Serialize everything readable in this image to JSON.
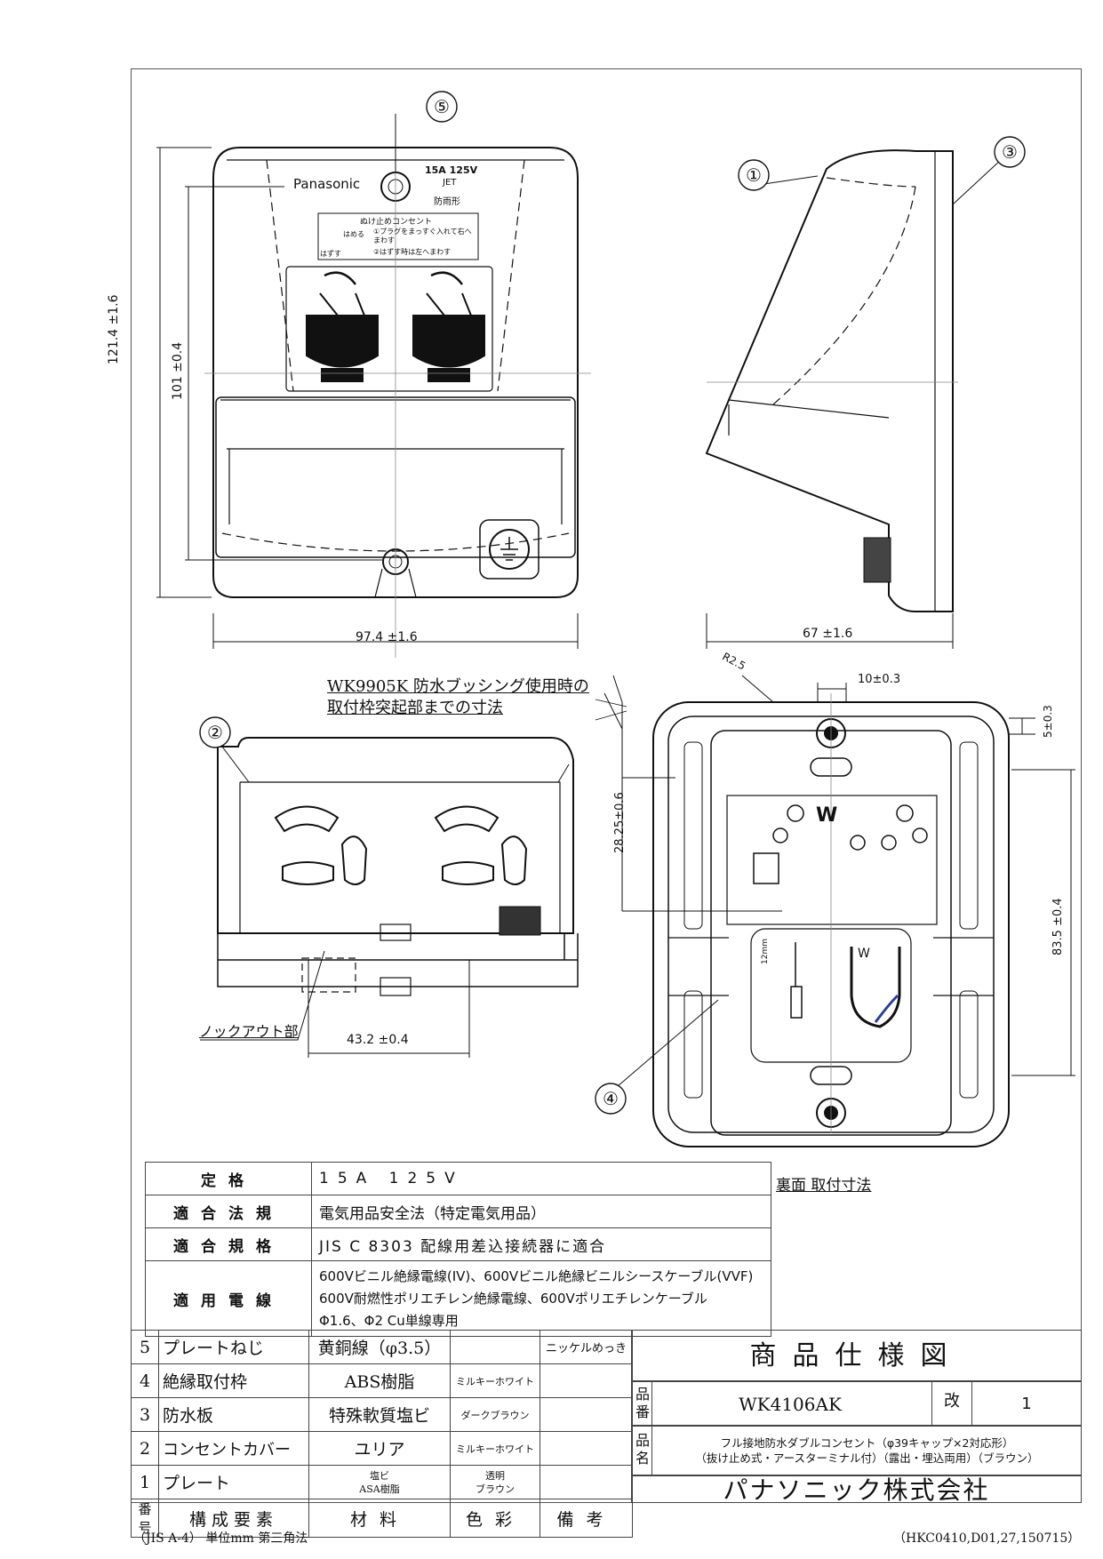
{
  "dimensions": {
    "height_outer": "121.4 ±1.6",
    "height_inner": "101 ±0.4",
    "width_front": "97.4 ±1.6",
    "depth_side": "67 ±1.6",
    "radius": "R2.5",
    "slot_width": "10±0.3",
    "slot_offset": "5±0.3",
    "bushing_height": "28.25±0.6",
    "mount_pitch": "83.5 ±0.4",
    "knockout_width": "43.2 ±0.4"
  },
  "callouts": [
    "①",
    "②",
    "③",
    "④",
    "⑤"
  ],
  "front_labels": {
    "brand": "Panasonic",
    "rating": "15A 125V",
    "jet": "JET",
    "rainproof": "防雨形",
    "lock_title": "ぬけ止めコンセント",
    "lock_insert": "①プラグをまっすぐ入れて右へまわす",
    "lock_remove": "②はずす時は左へまわす",
    "hameru": "はめる",
    "hazusu": "はずす"
  },
  "back_labels": {
    "w_top": "W",
    "w_bottom": "W",
    "strip": "12mm"
  },
  "notes": {
    "bushing_line1": "WK9905K 防水ブッシング使用時の",
    "bushing_line2": "取付枠突起部までの寸法",
    "knockout": "ノックアウト部",
    "rear_mount": "裏面 取付寸法"
  },
  "spec_table": [
    {
      "key": "定格",
      "value": "15A 125V"
    },
    {
      "key": "適合法規",
      "value": "電気用品安全法（特定電気用品）"
    },
    {
      "key": "適合規格",
      "value": "JIS C 8303  配線用差込接続器に適合"
    },
    {
      "key": "適用電線",
      "value": "600Vビニル絶縁電線(IV)、600Vビニル絶縁ビニルシースケーブル(VVF)\n600V耐燃性ポリエチレン絶縁電線、600Vポリエチレンケーブル\nΦ1.6、Φ2 Cu単線専用"
    }
  ],
  "parts_header": {
    "no": "番号",
    "component": "構成要素",
    "material": "材料",
    "color": "色彩",
    "remarks": "備考"
  },
  "parts": [
    {
      "no": "5",
      "name": "プレートねじ",
      "material": "黄銅線（φ3.5）",
      "color": "",
      "remarks": "ニッケルめっき"
    },
    {
      "no": "4",
      "name": "絶縁取付枠",
      "material": "ABS樹脂",
      "color": "ミルキーホワイト",
      "remarks": ""
    },
    {
      "no": "3",
      "name": "防水板",
      "material": "特殊軟質塩ビ",
      "color": "ダークブラウン",
      "remarks": ""
    },
    {
      "no": "2",
      "name": "コンセントカバー",
      "material": "ユリア",
      "color": "ミルキーホワイト",
      "remarks": ""
    },
    {
      "no": "1",
      "name": "プレート",
      "material": "塩ビ",
      "material2": "ASA樹脂",
      "color": "透明",
      "color2": "ブラウン",
      "remarks": ""
    }
  ],
  "title_block": {
    "title": "商品仕様図",
    "part_no_label": "品番",
    "part_no": "WK4106AK",
    "rev_label": "改",
    "rev": "1",
    "name_label": "品名",
    "name_line1": "フル接地防水ダブルコンセント（φ39キャップ×2対応形）",
    "name_line2": "（抜け止め式・アースターミナル付）（露出・埋込両用）（ブラウン）",
    "company": "パナソニック株式会社"
  },
  "footer": {
    "left": "（JIS A-4） 単位mm 第三角法",
    "right": "（HKC0410,D01,27,150715）"
  }
}
